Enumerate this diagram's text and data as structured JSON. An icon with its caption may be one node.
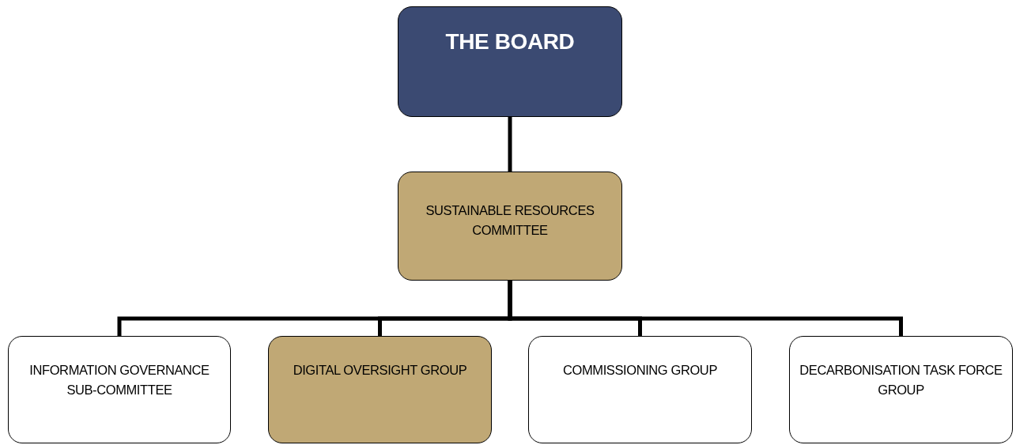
{
  "diagram": {
    "nodes": [
      {
        "text": [
          "THE BOARD"
        ]
      },
      {
        "text": [
          "SUSTAINABLE RESOURCES COMMITTEE"
        ]
      },
      {
        "text": [
          "INFORMATION GOVERNANCE SUB-COMMITTEE"
        ]
      },
      {
        "text": [
          "DIGITAL OVERSIGHT GROUP"
        ]
      },
      {
        "text": [
          "COMMISSIONING GROUP"
        ]
      },
      {
        "text": [
          "DECARBONISATION TASK FORCE GROUP"
        ]
      }
    ],
    "edges": [
      {
        "from": 0,
        "to": 1,
        "arrow": "none"
      },
      {
        "from": 1,
        "to": 2,
        "arrow": "none"
      },
      {
        "from": 1,
        "to": 3,
        "arrow": "none"
      },
      {
        "from": 1,
        "to": 4,
        "arrow": "none"
      },
      {
        "from": 1,
        "to": 5,
        "arrow": "none"
      }
    ]
  }
}
